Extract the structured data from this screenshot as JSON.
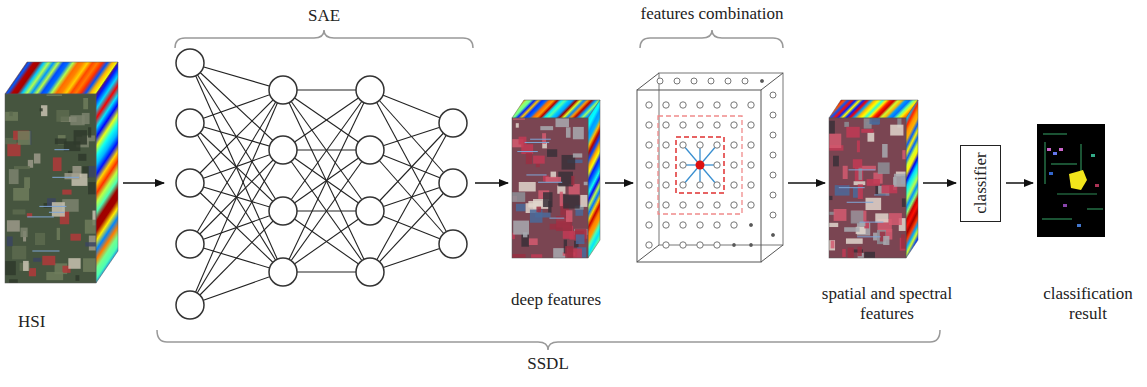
{
  "diagram": {
    "nodes": [
      {
        "text": [
          "HSI"
        ]
      },
      {
        "text": [
          "SAE"
        ]
      },
      {
        "text": [
          "deep features"
        ]
      },
      {
        "text": [
          "features combination"
        ]
      },
      {
        "text": [
          "spatial and spectral features"
        ]
      },
      {
        "text": [
          "classifier"
        ]
      },
      {
        "text": [
          "classification result"
        ]
      }
    ],
    "edges": [
      {
        "from": 0,
        "to": 1,
        "arrow": "to"
      },
      {
        "from": 1,
        "to": 2,
        "arrow": "to"
      },
      {
        "from": 2,
        "to": 3,
        "arrow": "to"
      },
      {
        "from": 3,
        "to": 4,
        "arrow": "to"
      },
      {
        "from": 4,
        "to": 5,
        "arrow": "to"
      },
      {
        "from": 5,
        "to": 6,
        "arrow": "to"
      }
    ],
    "labels": [
      "SSDL"
    ]
  }
}
